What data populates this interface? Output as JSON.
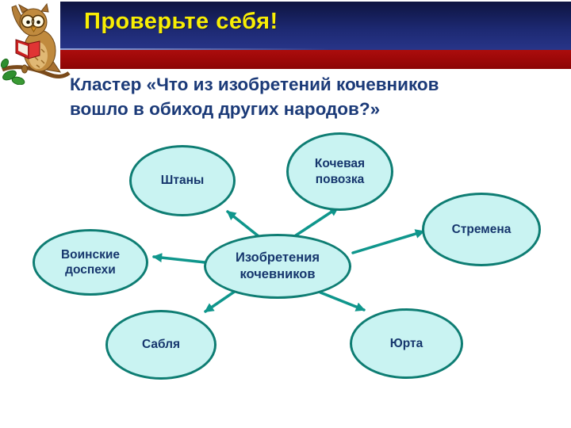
{
  "slide": {
    "header": {
      "title": "Проверьте себя!"
    },
    "subtitle": {
      "line1": "Кластер «Что из изобретений кочевников",
      "line2": "вошло в обиход других народов?»"
    },
    "colors": {
      "header_blue": "#1c2870",
      "header_red": "#9a0707",
      "title_yellow": "#f8ee04",
      "subtitle_navy": "#1b3a78",
      "node_fill": "#c9f3f2",
      "node_border": "#0e7d73",
      "node_text": "#16366d",
      "arrow_teal": "#0f968c"
    },
    "diagram": {
      "center_label": "Изобретения кочевников",
      "nodes": [
        {
          "id": "shtany",
          "label": "Штаны"
        },
        {
          "id": "povozka",
          "label": "Кочевая повозка"
        },
        {
          "id": "stremena",
          "label": "Стремена"
        },
        {
          "id": "dospehi",
          "label": "Воинские доспехи"
        },
        {
          "id": "sablya",
          "label": "Сабля"
        },
        {
          "id": "yurta",
          "label": "Юрта"
        }
      ]
    },
    "icons": {
      "owl": "owl-with-glasses-and-book"
    }
  }
}
